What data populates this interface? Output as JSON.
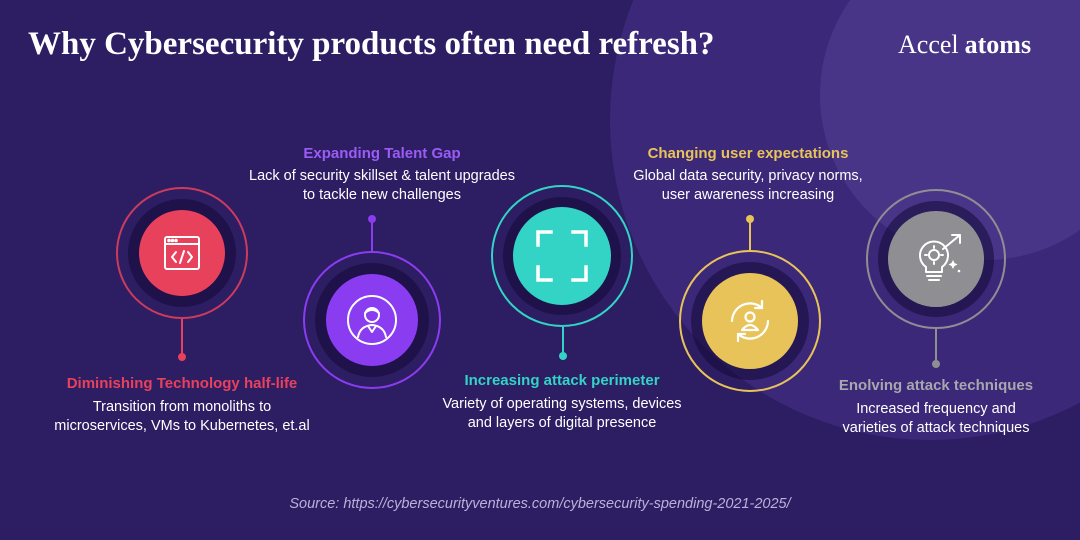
{
  "title": "Why Cybersecurity products often need refresh?",
  "logo": {
    "part1": "Accel",
    "part2": "atoms"
  },
  "items": [
    {
      "label": "Diminishing Technology half-life",
      "desc_line1": "Transition from monoliths to",
      "desc_line2": "microservices, VMs to Kubernetes, et.al",
      "color": "#e8415c",
      "icon": "code-window-icon"
    },
    {
      "label": "Expanding Talent Gap",
      "desc_line1": "Lack of security skillset & talent upgrades",
      "desc_line2": "to tackle new challenges",
      "color": "#8a3cf0",
      "icon": "person-icon"
    },
    {
      "label": "Increasing attack perimeter",
      "desc_line1": "Variety of operating systems, devices",
      "desc_line2": "and layers of digital presence",
      "color": "#33d3c5",
      "icon": "expand-frame-icon"
    },
    {
      "label": "Changing user expectations",
      "desc_line1": "Global data security, privacy norms,",
      "desc_line2": "user awareness increasing",
      "color": "#e8c35a",
      "icon": "user-sync-icon"
    },
    {
      "label": "Enolving attack techniques",
      "desc_line1": "Increased frequency and",
      "desc_line2": "varieties of attack techniques",
      "color": "#8f8f93",
      "icon": "lightbulb-gear-icon"
    }
  ],
  "source": "Source: https://cybersecurityventures.com/cybersecurity-spending-2021-2025/"
}
